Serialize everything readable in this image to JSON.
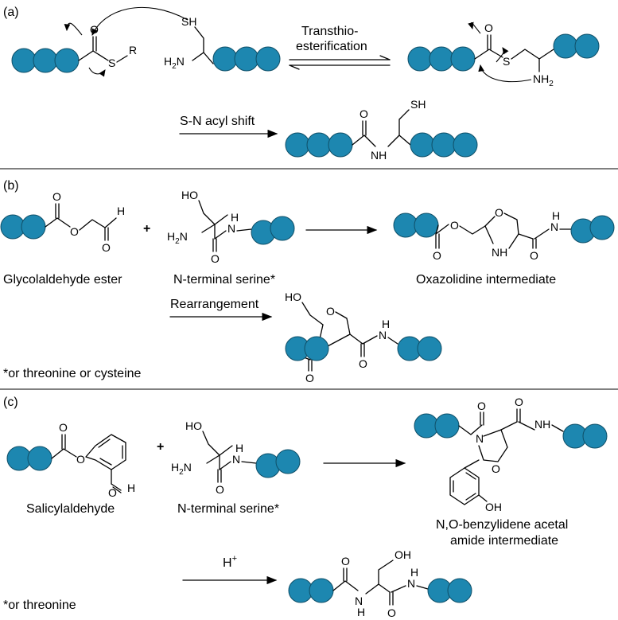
{
  "panels": {
    "a": {
      "tag": "(a)",
      "transthio_line1": "Transthio-",
      "transthio_line2": "esterification",
      "acyl_shift": "S-N acyl shift"
    },
    "b": {
      "tag": "(b)",
      "glycolaldehyde": "Glycolaldehyde ester",
      "nterm_serine": "N-terminal serine*",
      "oxazolidine": "Oxazolidine intermediate",
      "rearrangement": "Rearrangement",
      "footnote": "*or threonine or cysteine"
    },
    "c": {
      "tag": "(c)",
      "salicylaldehyde": "Salicylaldehyde",
      "nterm_serine": "N-terminal serine*",
      "benzylidene_line1": "N,O-benzylidene acetal",
      "benzylidene_line2": "amide intermediate",
      "acid": "H",
      "acid_sup": "+",
      "footnote": "*or threonine"
    }
  },
  "atoms": {
    "O": "O",
    "S": "S",
    "R": "R",
    "SH": "SH",
    "HO": "HO",
    "OH": "OH",
    "H2N": "H",
    "two": "2",
    "N": "N",
    "NH": "NH",
    "H": "H",
    "plus": "+"
  },
  "colors": {
    "bead": "#1d87b0",
    "bead_outline": "#0f4f68",
    "ink": "#000000"
  }
}
